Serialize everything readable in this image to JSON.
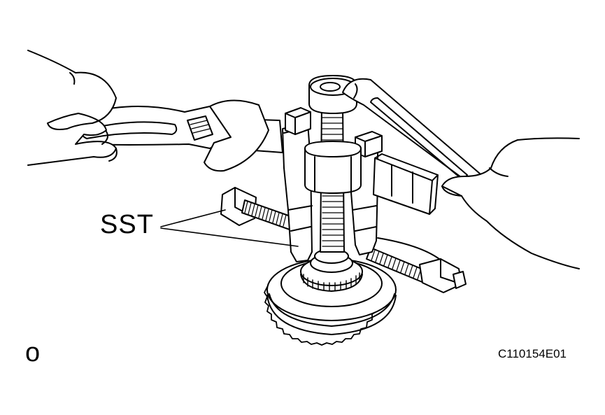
{
  "figure": {
    "callout_label": "SST",
    "step_mark": "o",
    "figure_code": "C110154E01"
  },
  "colors": {
    "line": "#000000",
    "background": "#ffffff"
  }
}
